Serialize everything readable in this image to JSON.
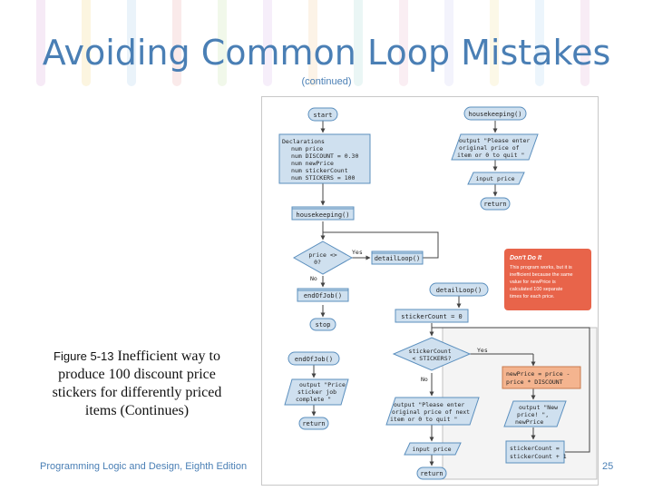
{
  "slide": {
    "title": "Avoiding Common Loop Mistakes",
    "subtitle": "(continued)",
    "caption_label": "Figure 5-13",
    "caption_text": "Inefficient way to produce 100 discount price stickers for differently priced items (Continues)",
    "footer": "Programming Logic and Design, Eighth Edition",
    "page_number": "25"
  },
  "flowchart": {
    "start": "start",
    "declarations": [
      "Declarations",
      "num price",
      "num DISCOUNT = 0.30",
      "num newPrice",
      "num stickerCount",
      "num STICKERS = 100"
    ],
    "call_housekeeping": "housekeeping()",
    "decision_price": [
      "price <>",
      "0?"
    ],
    "yes": "Yes",
    "no": "No",
    "call_detail_loop": "detailLoop()",
    "call_end_of_job": "endOfJob()",
    "stop": "stop",
    "hk_header": "housekeeping()",
    "hk_output": [
      "output \"Please enter",
      "original price of",
      "item or 0 to quit \""
    ],
    "hk_input": "input price",
    "return": "return",
    "note_title": "Don't Do It",
    "note_body": [
      "This program works, but it is",
      "inefficient because the same",
      "value for newPrice is",
      "calculated 100 separate",
      "times for each price."
    ],
    "dl_header": "detailLoop()",
    "dl_init": "stickerCount = 0",
    "dl_decision": [
      "stickerCount",
      "< STICKERS?"
    ],
    "dl_calc": [
      "newPrice = price -",
      "price * DISCOUNT"
    ],
    "dl_output_new": [
      "output \"New",
      "price! \",",
      "newPrice"
    ],
    "dl_increment": [
      "stickerCount =",
      "stickerCount + 1"
    ],
    "dl_output_next": [
      "output \"Please enter",
      "original price of next",
      "item or 0 to quit \""
    ],
    "dl_input": "input price",
    "eoj_header": "endOfJob()",
    "eoj_output": [
      "output \"Price",
      "sticker job",
      "complete \""
    ]
  },
  "colors": {
    "title": "#4a7fb5",
    "shape_fill": "#cfe0ef",
    "shape_stroke": "#5b8fbe",
    "highlight_fill": "#f4b48f",
    "note_fill": "#e8644a"
  }
}
